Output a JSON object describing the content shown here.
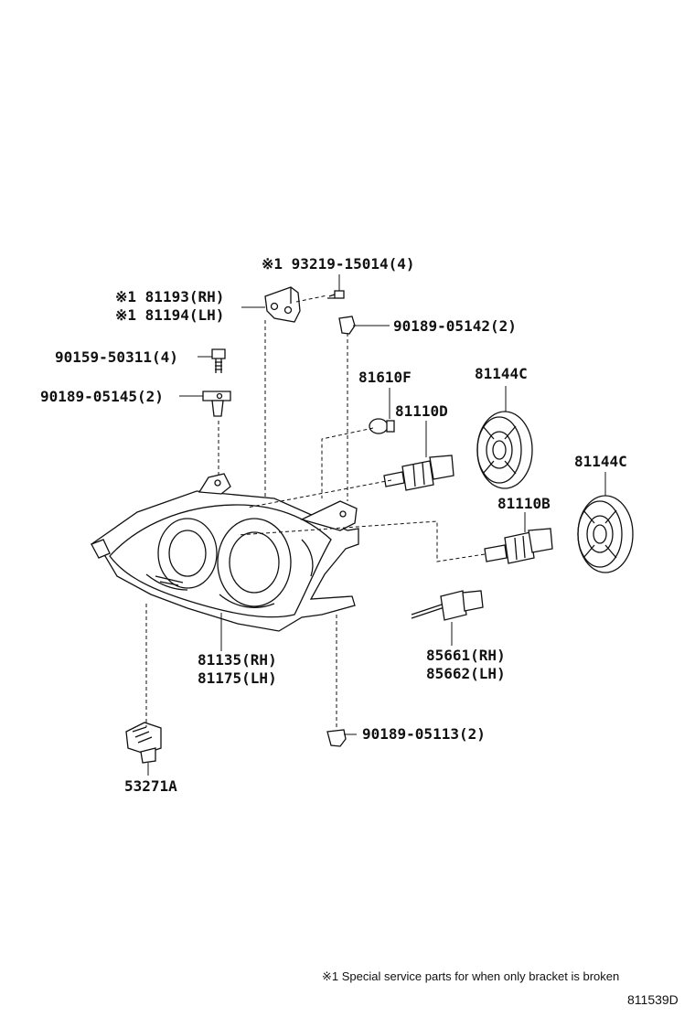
{
  "diagram": {
    "parts": {
      "screw_93219": "※1 93219-15014(4)",
      "bracket_rh": "※1 81193(RH)",
      "bracket_lh": "※1 81194(LH)",
      "nut_90189_05142": "90189-05142(2)",
      "screw_90159": "90159-50311(4)",
      "nut_90189_05145": "90189-05145(2)",
      "bulb_81610f": "81610F",
      "bulb_81110d": "81110D",
      "cover_81144c_upper": "81144C",
      "cover_81144c_lower": "81144C",
      "bulb_81110b": "81110B",
      "headlamp_rh": "81135(RH)",
      "headlamp_lh": "81175(LH)",
      "socket_rh": "85661(RH)",
      "socket_lh": "85662(LH)",
      "nut_90189_05113": "90189-05113(2)",
      "clip_53271a": "53271A"
    },
    "footnote": "※1 Special service parts for when only bracket is broken",
    "reference": "811539D"
  }
}
